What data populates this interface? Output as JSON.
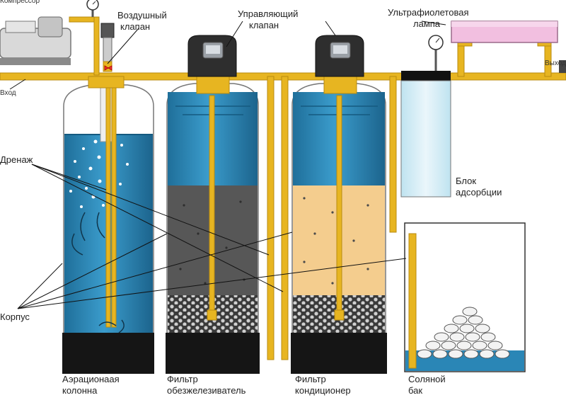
{
  "labels": {
    "compressor": "Компрессор",
    "air_valve_line1": "Воздушный",
    "air_valve_line2": "клапан",
    "control_valve_line1": "Управляющий",
    "control_valve_line2": "клапан",
    "uv_lamp_line1": "Ультрафиолетовая",
    "uv_lamp_line2": "лампа",
    "inlet": "Вход",
    "outlet": "Выход",
    "drain": "Дренаж",
    "body": "Корпус",
    "adsorption_line1": "Блок",
    "adsorption_line2": "адсорбции",
    "aeration_line1": "Аэрационаая",
    "aeration_line2": "колонна",
    "iron_filter_line1": "Фильтр",
    "iron_filter_line2": "обезжелезиватель",
    "conditioner_line1": "Фильтр",
    "conditioner_line2": "кондиционер",
    "salt_tank_line1": "Соляной",
    "salt_tank_line2": "бак"
  },
  "colors": {
    "pipe": "#e7b521",
    "water": "#2a86b6",
    "water_light": "#9fd0e6",
    "gravel": "#575757",
    "sand": "#f4cd8e",
    "base": "#151515",
    "valve": "#2e2e2e",
    "uv_lamp": "#f2bfe0"
  }
}
